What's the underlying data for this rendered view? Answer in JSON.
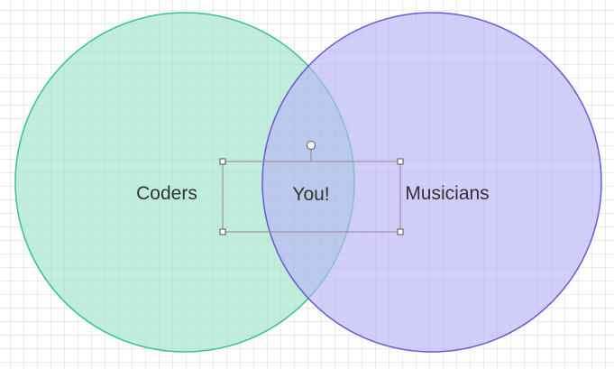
{
  "diagram": {
    "circles": [
      {
        "name": "coders",
        "label": "Coders",
        "fill": "#9ee4c9",
        "fill_opacity": 0.65,
        "stroke": "#3bbf94"
      },
      {
        "name": "musicians",
        "label": "Musicians",
        "fill": "#b9b5f6",
        "fill_opacity": 0.65,
        "stroke": "#6a5ad6"
      }
    ],
    "intersection_label": "You!",
    "selection": {
      "stroke": "#9e7f96",
      "handle_fill": "#ffffff",
      "handle_stroke": "#555555"
    }
  }
}
